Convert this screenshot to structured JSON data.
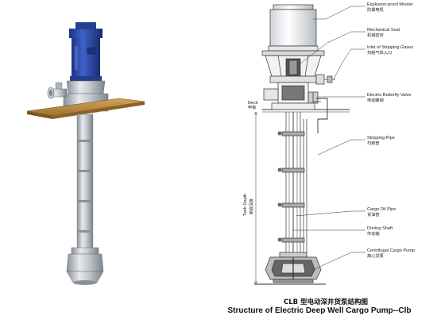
{
  "labels": [
    {
      "en": "Explosion-proof Mooter",
      "cn": "防爆电机"
    },
    {
      "en": "Mechanical Seal",
      "cn": "机械密封"
    },
    {
      "en": "Inlet of Stripping Gases",
      "cn": "扫舱气体入口"
    },
    {
      "en": "Electric Butterfly Valve",
      "cn": "电动蝶阀"
    },
    {
      "en": "Stripping Pipe",
      "cn": "扫舱管"
    },
    {
      "en": "Cargo Oil Pipe",
      "cn": "货油管"
    },
    {
      "en": "Driving Shaft",
      "cn": "传动轴"
    },
    {
      "en": "Centrifugal Cargo Pump",
      "cn": "离心货泵"
    }
  ],
  "deck": {
    "en": "Deck",
    "cn": "甲板"
  },
  "tank_depth": {
    "en": "Tank Depth",
    "cn": "舱底深度"
  },
  "caption": {
    "cn": "CLB 型电动深井货泵结构图",
    "en": "Structure of Electric Deep Well Cargo Pump--Clb"
  },
  "colors": {
    "motor_blue": "#2e4fb0",
    "steel": "#b9bec5",
    "deck_plate": "#b98c3c",
    "drawing_line": "#333333"
  }
}
